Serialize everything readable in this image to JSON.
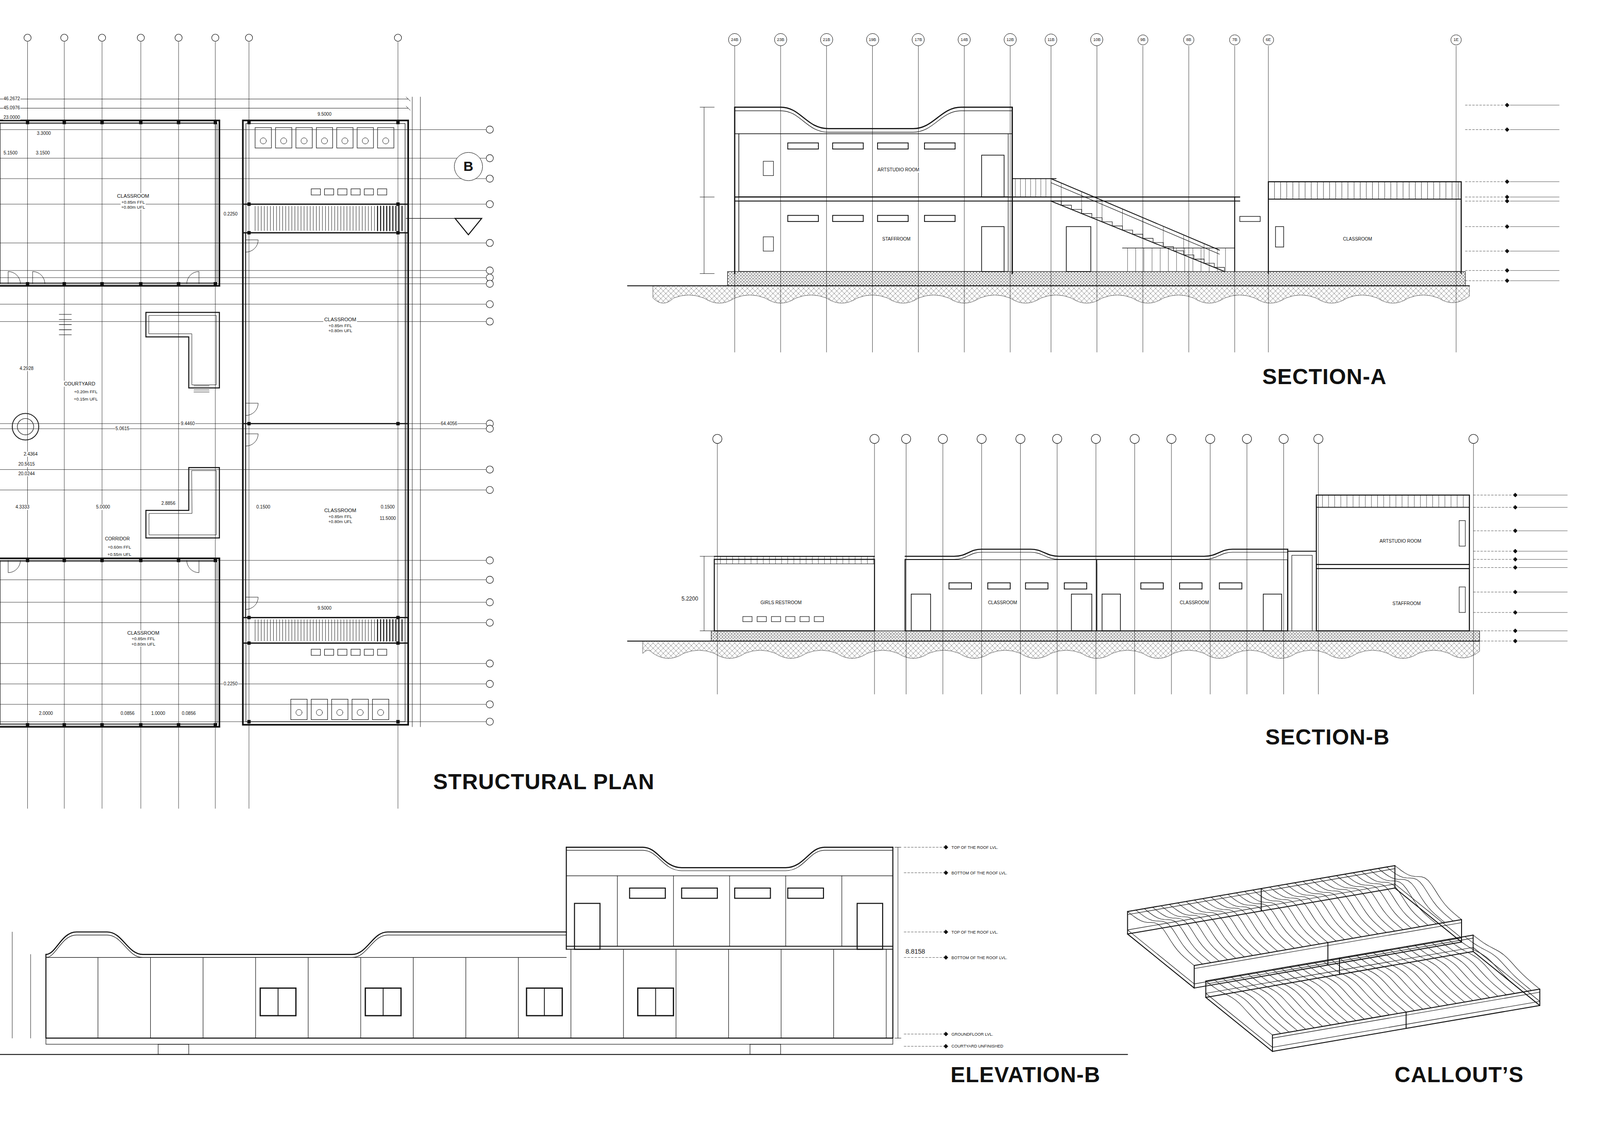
{
  "diagram": {
    "nodes": [
      {
        "text": [
          "CLASSROOM",
          "+0.85m FFL",
          "+0.80m UFL"
        ]
      },
      {
        "text": [
          "CLASSROOM",
          "+0.85m FFL",
          "+0.80m UFL"
        ]
      },
      {
        "text": [
          "CLASSROOM",
          "+0.85m FFL",
          "+0.80m UFL"
        ]
      },
      {
        "text": [
          "CLASSROOM",
          "+0.85m FFL",
          "+0.80m UFL"
        ]
      },
      {
        "text": [
          "B"
        ]
      },
      {
        "text": [
          "24B"
        ]
      },
      {
        "text": [
          "23B"
        ]
      },
      {
        "text": [
          "21B"
        ]
      },
      {
        "text": [
          "19B"
        ]
      },
      {
        "text": [
          "17B"
        ]
      },
      {
        "text": [
          "14B"
        ]
      },
      {
        "text": [
          "12B"
        ]
      },
      {
        "text": [
          "11B"
        ]
      },
      {
        "text": [
          "10B"
        ]
      },
      {
        "text": [
          "9B"
        ]
      },
      {
        "text": [
          "8B"
        ]
      },
      {
        "text": [
          "7B"
        ]
      },
      {
        "text": [
          "6E"
        ]
      },
      {
        "text": [
          "1E"
        ]
      },
      {
        "text": [
          "ARTSTUDIO ROOM"
        ]
      },
      {
        "text": [
          "STAFFROOM"
        ]
      },
      {
        "text": [
          "CLASSROOM"
        ]
      },
      {
        "text": [
          "GIRLS RESTROOM"
        ]
      },
      {
        "text": [
          "CLASSROOM"
        ]
      },
      {
        "text": [
          "CLASSROOM"
        ]
      },
      {
        "text": [
          "ARTSTUDIO ROOM"
        ]
      },
      {
        "text": [
          "STAFFROOM"
        ]
      }
    ],
    "labels": [
      "STRUCTURAL PLAN",
      "SECTION-A",
      "SECTION-B",
      "ELEVATION-B",
      "CALLOUT’S",
      "46.2672",
      "45.0976",
      "23.0000",
      "3.3000",
      "5.1500",
      "3.1500",
      "9.5000",
      "COURTYARD",
      "+0.20m FFL",
      "+0.15m UFL",
      "4.2928",
      "5.0615",
      "9.4460",
      "2.4364",
      "20.5615",
      "20.0244",
      "4.3333",
      "5.0000",
      "2.8856",
      "0.1500",
      "0.1500",
      "11.5000",
      "CORRIDOR",
      "+0.60m FFL",
      "+0.55m UFL",
      "9.5000",
      "2.0000",
      "0.0856",
      "1.0000",
      "0.0856",
      "64.4056",
      "0.2250",
      "0.2250",
      "5.2200",
      "8.8158",
      "TOP OF THE ROOF LVL.",
      "BOTTOM OF THE ROOF LVL.",
      "TOP OF THE ROOF LVL.",
      "BOTTOM OF THE ROOF LVL.",
      "GROUNDFLOOR LVL.",
      "COURTYARD UNFINISHED"
    ]
  }
}
